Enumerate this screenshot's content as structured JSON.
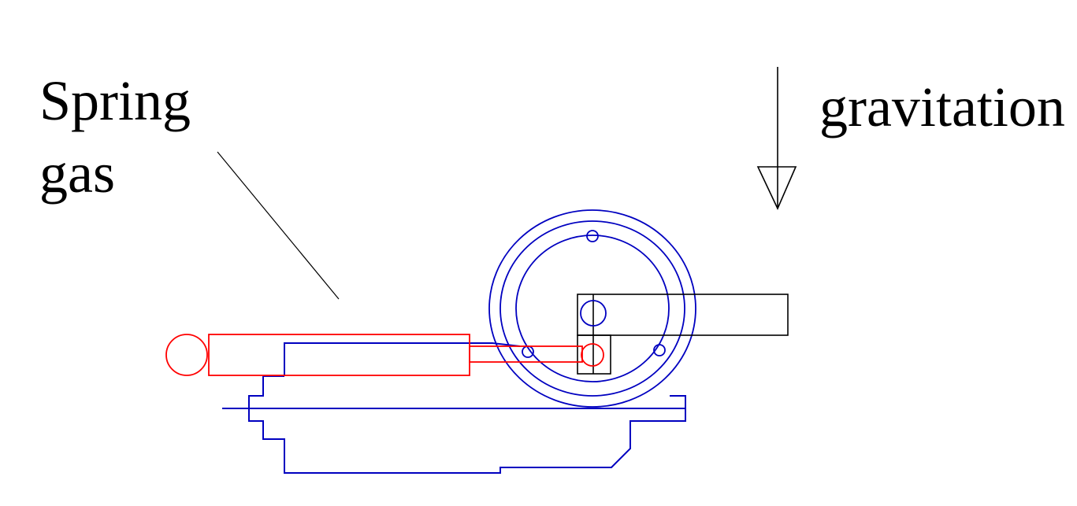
{
  "labels": {
    "spring": "Spring",
    "gas": "gas",
    "gravitation": "gravitation"
  },
  "colors": {
    "text": "#000000",
    "spring_gas": "#ff0000",
    "mechanism": "#0000c0",
    "arm": "#000000"
  }
}
